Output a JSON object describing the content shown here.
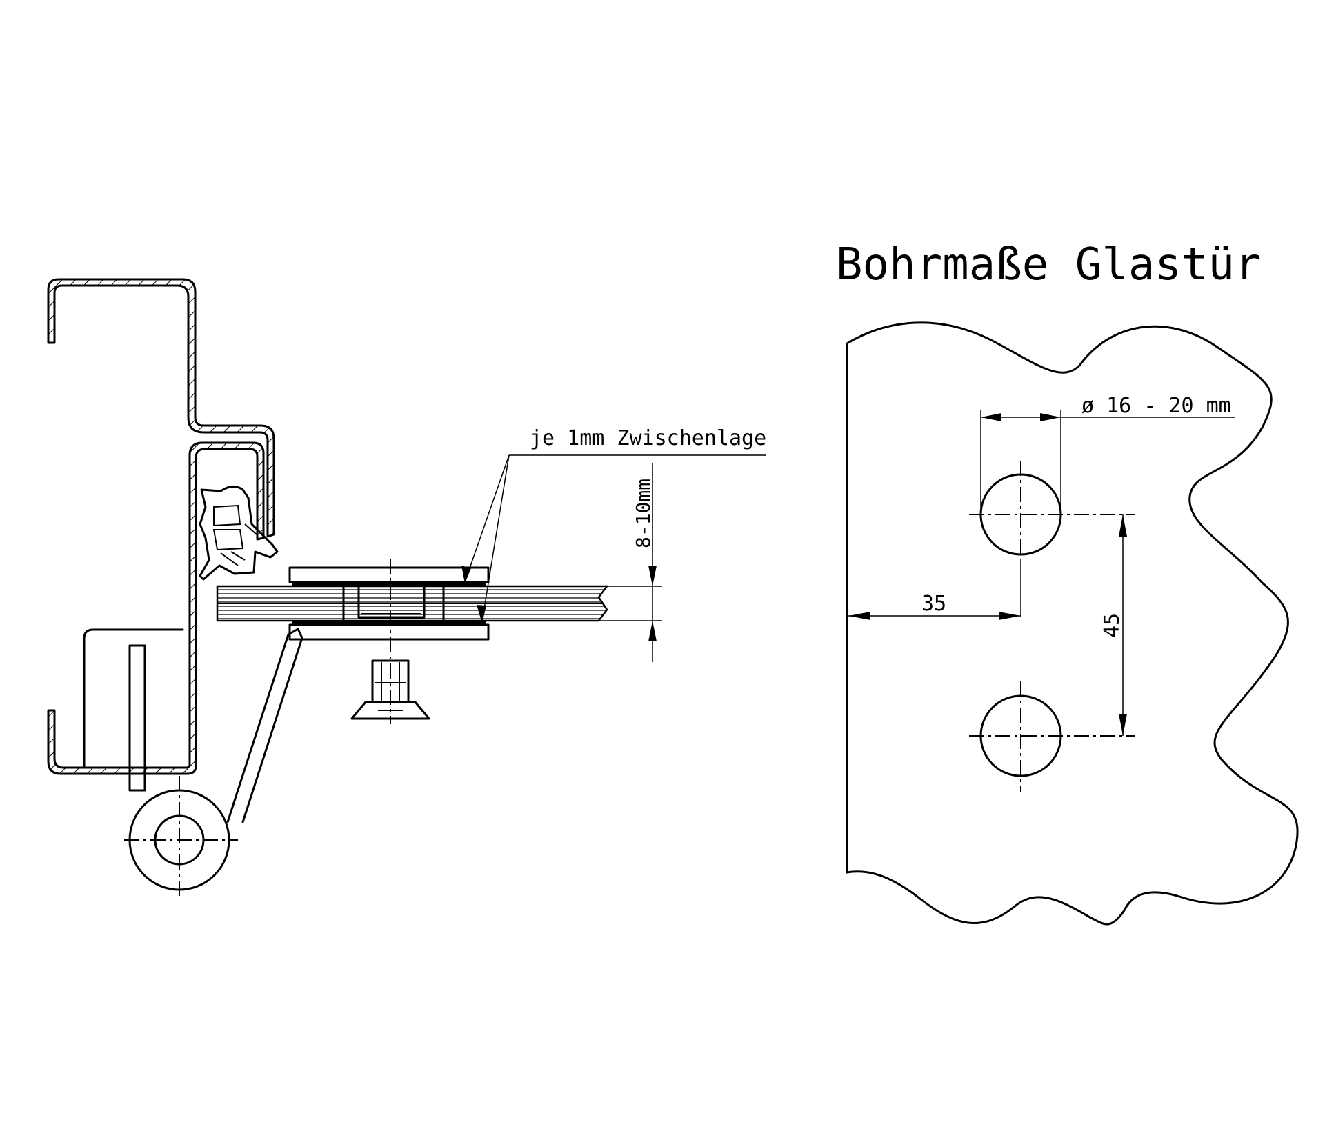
{
  "title": "Bohrmaße Glastür",
  "labels": {
    "interlayer": "je 1mm Zwischenlage",
    "glass_thickness": "8-10mm",
    "hole_diameter": "ø 16 - 20 mm",
    "edge_distance": "35",
    "hole_spacing": "45"
  }
}
